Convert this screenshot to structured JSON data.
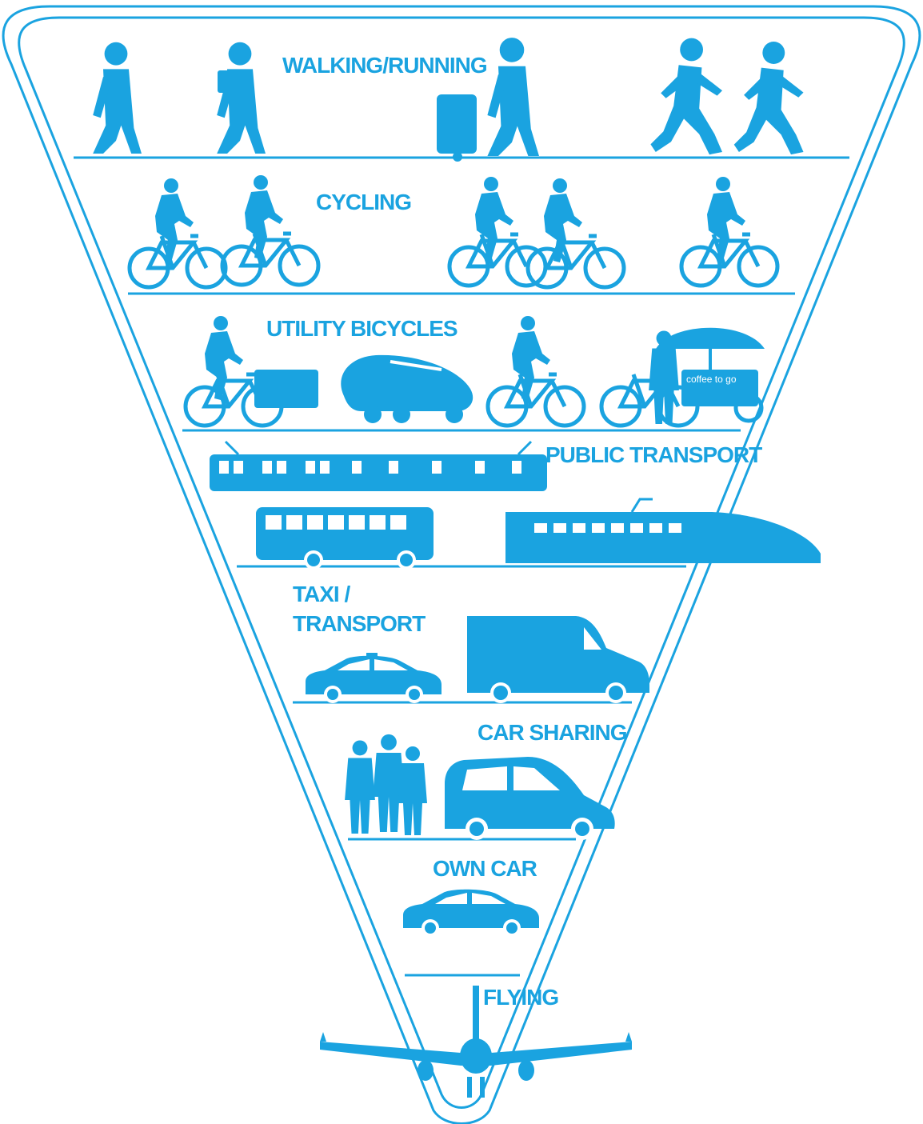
{
  "colors": {
    "accent": "#1aa3e0",
    "outline": "#1aa3e0",
    "background": "#ffffff"
  },
  "tiers": [
    {
      "label": "WALKING/RUNNING",
      "icons": [
        "walking-person-icon",
        "walking-person-with-bag-icon",
        "person-with-trolley-icon",
        "running-man-icon",
        "running-woman-icon"
      ]
    },
    {
      "label": "CYCLING",
      "icons": [
        "bicycle-rider-icon",
        "bicycle-rider-icon",
        "bicycle-rider-icon",
        "bicycle-rider-icon",
        "racing-cyclist-icon"
      ]
    },
    {
      "label": "UTILITY BICYCLES",
      "icons": [
        "cargo-bike-icon",
        "velomobile-icon",
        "bicycle-rider-icon",
        "coffee-bike-icon"
      ]
    },
    {
      "label": "PUBLIC TRANSPORT",
      "icons": [
        "tram-icon",
        "bus-icon",
        "high-speed-train-icon"
      ]
    },
    {
      "label_lines": [
        "TAXI /",
        "TRANSPORT"
      ],
      "icons": [
        "taxi-icon",
        "delivery-van-icon"
      ]
    },
    {
      "label": "CAR SHARING",
      "icons": [
        "group-of-people-icon",
        "hatchback-car-icon"
      ]
    },
    {
      "label": "OWN CAR",
      "icons": [
        "sedan-car-icon"
      ]
    },
    {
      "label": "FLYING",
      "icons": [
        "airplane-icon"
      ]
    }
  ],
  "coffee_bike_sign": "coffee to go"
}
